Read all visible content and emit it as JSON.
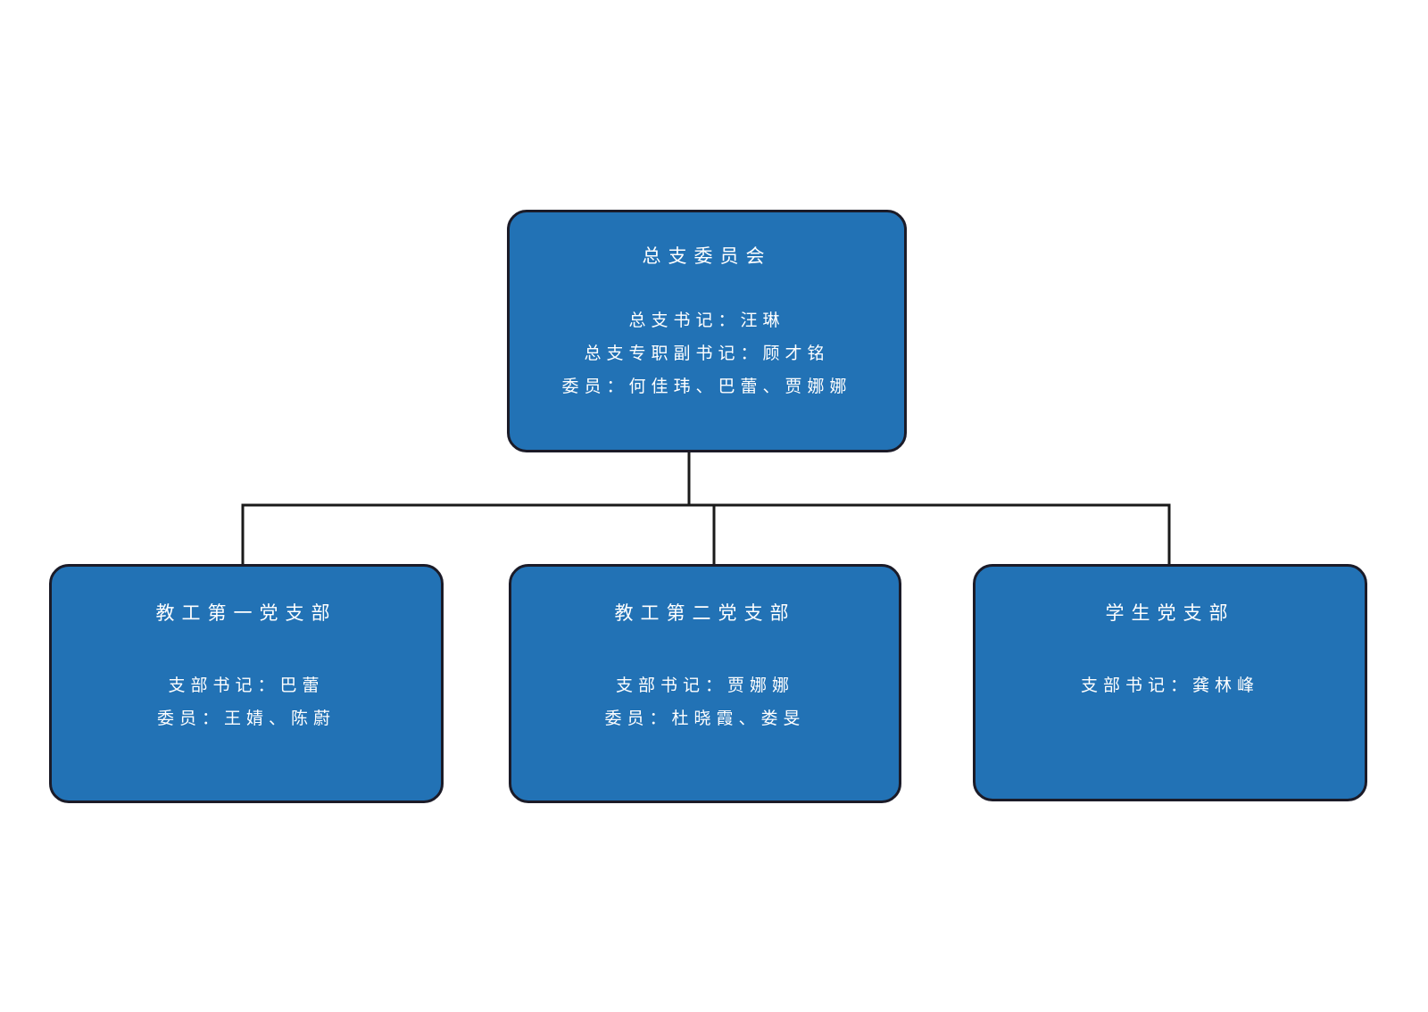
{
  "colors": {
    "node_fill": "#2272B5",
    "node_border": "#1B1B28",
    "node_text": "#FFFFFF",
    "connector": "#1A1A1A",
    "page_background": "#FFFFFF"
  },
  "org_chart": {
    "root": {
      "title": "总支委员会",
      "lines": [
        "总支书记：汪琳",
        "总支专职副书记：顾才铭",
        "委员：何佳玮、巴蕾、贾娜娜"
      ]
    },
    "branches": [
      {
        "title": "教工第一党支部",
        "lines": [
          "支部书记：巴蕾",
          "委员：王婧、陈蔚"
        ]
      },
      {
        "title": "教工第二党支部",
        "lines": [
          "支部书记：贾娜娜",
          "委员：杜晓霞、娄旻"
        ]
      },
      {
        "title": "学生党支部",
        "lines": [
          "支部书记：龚林峰"
        ]
      }
    ]
  }
}
